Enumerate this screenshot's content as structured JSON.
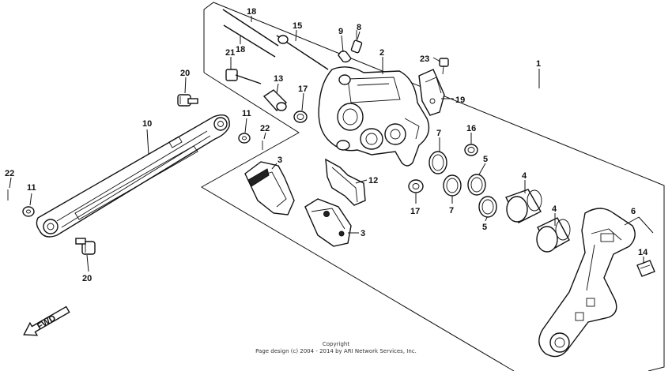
{
  "callouts": {
    "c1": "1",
    "c2": "2",
    "c3a": "3",
    "c3b": "3",
    "c4a": "4",
    "c4b": "4",
    "c5a": "5",
    "c5b": "5",
    "c6": "6",
    "c7a": "7",
    "c7b": "7",
    "c8": "8",
    "c9": "9",
    "c10": "10",
    "c11a": "11",
    "c11b": "11",
    "c12": "12",
    "c13": "13",
    "c14": "14",
    "c15": "15",
    "c16": "16",
    "c17a": "17",
    "c17b": "17",
    "c18a": "18",
    "c18b": "18",
    "c19": "19",
    "c20a": "20",
    "c20b": "20",
    "c21": "21",
    "c22a": "22",
    "c22b": "22",
    "c23": "23"
  },
  "fwd_label": "FWD",
  "copyright": {
    "line1": "Copyright",
    "line2": "Page design (c) 2004 - 2014 by ARI Network Services, Inc."
  }
}
